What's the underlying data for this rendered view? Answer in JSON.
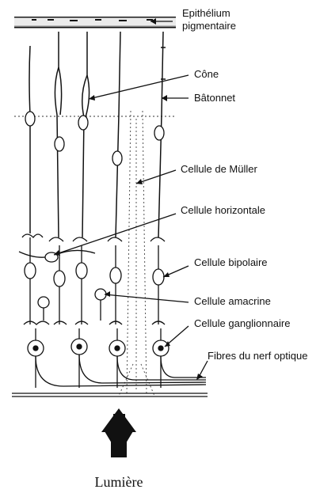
{
  "labels": {
    "epithelium": "Epithélium",
    "pigmentaire": "pigmentaire",
    "cone": "Cône",
    "batonnet": "Bâtonnet",
    "muller": "Cellule de Müller",
    "horizontale": "Cellule horizontale",
    "bipolaire": "Cellule bipolaire",
    "amacrine": "Cellule amacrine",
    "ganglionnaire": "Cellule ganglionnaire",
    "fibres": "Fibres du nerf optique"
  },
  "caption": "Lumière",
  "colors": {
    "ink": "#111111",
    "background": "#ffffff"
  }
}
